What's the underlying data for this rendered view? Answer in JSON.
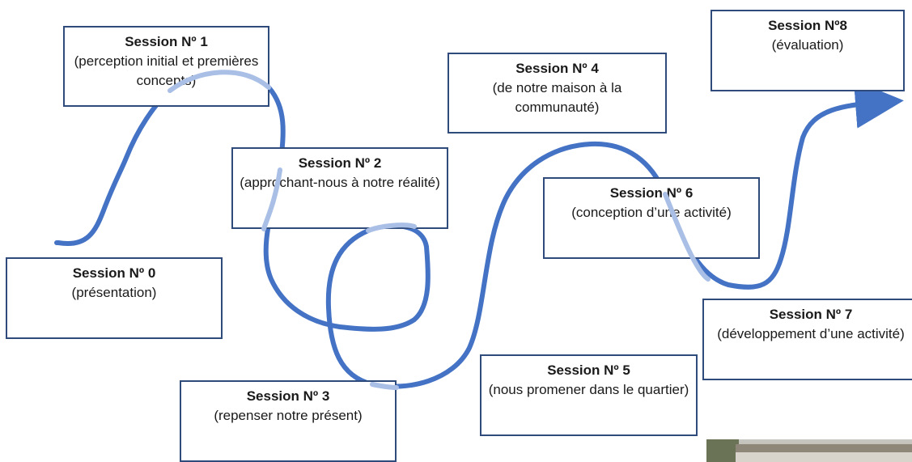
{
  "sessions": [
    {
      "title": "Session Nº 0",
      "description": "(présentation)"
    },
    {
      "title": "Session Nº 1",
      "description": "(perception initial et premières concepts)"
    },
    {
      "title": "Session Nº 2",
      "description": "(approchant-nous à notre réalité)"
    },
    {
      "title": "Session Nº 3",
      "description": "(repenser notre présent)"
    },
    {
      "title": "Session Nº 4",
      "description": "(de notre maison à la communauté)"
    },
    {
      "title": "Session Nº 5",
      "description": "(nous promener dans le quartier)"
    },
    {
      "title": "Session Nº 6",
      "description": "(conception d’une activité)"
    },
    {
      "title": "Session Nº 7",
      "description": "(développement d’une activité)"
    },
    {
      "title": "Session Nº8",
      "description": "(évaluation)"
    }
  ],
  "colors": {
    "path": "#4472c4",
    "box_border": "#2f4b7c",
    "text": "#1a1a1a"
  }
}
